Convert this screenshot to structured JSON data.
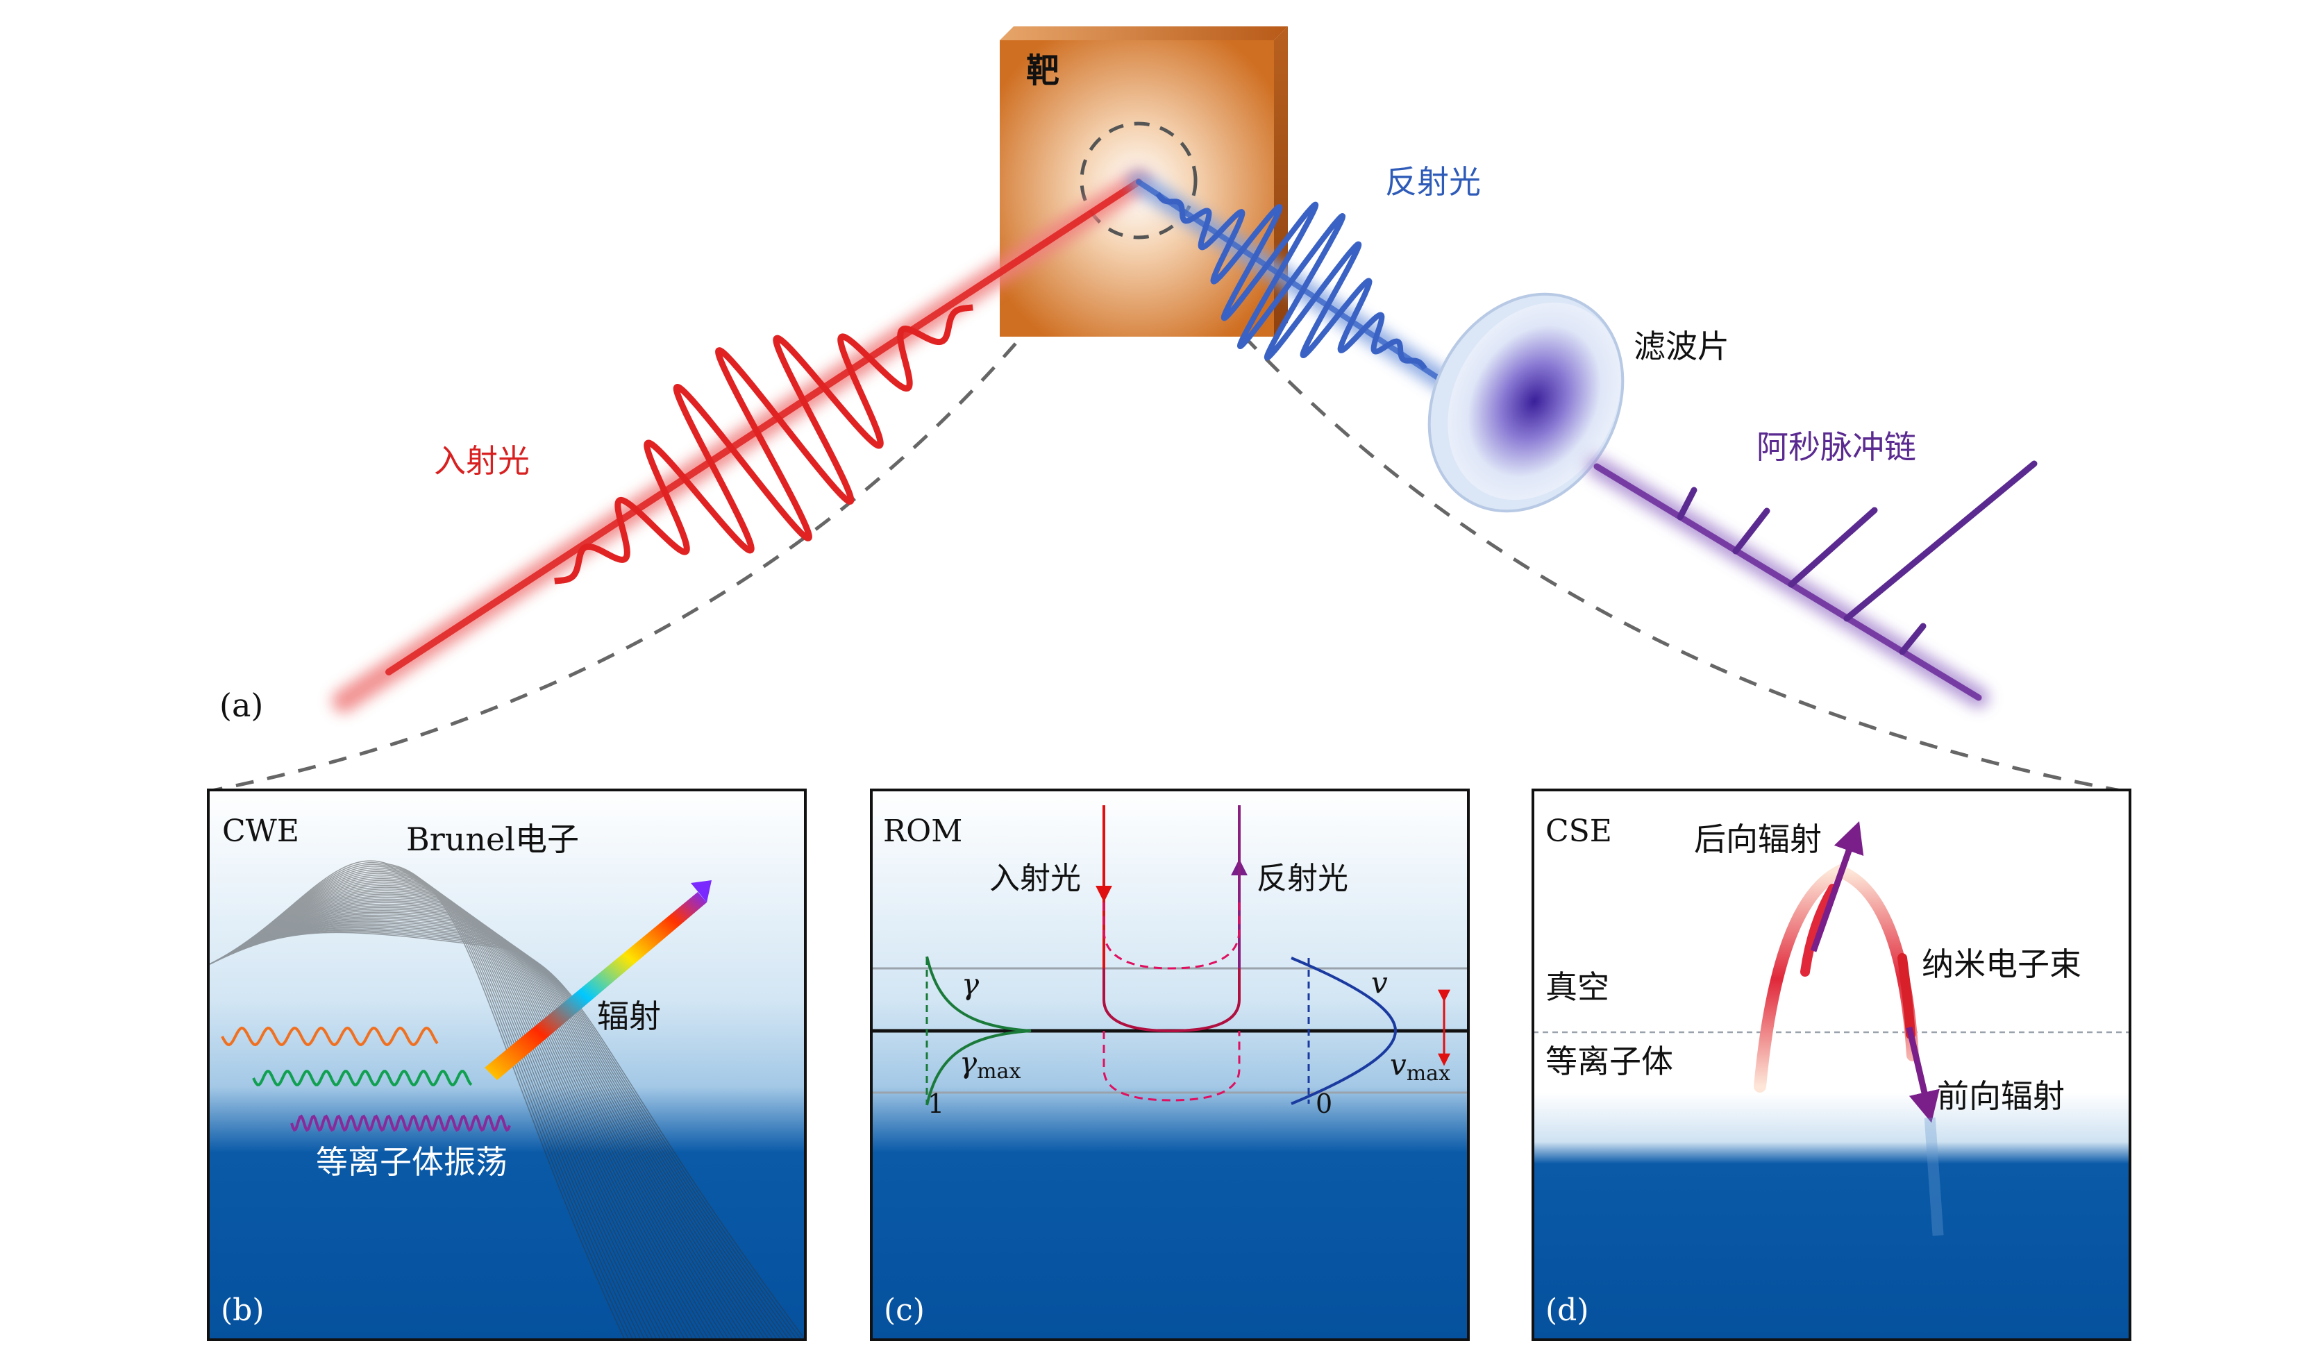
{
  "panel_a": {
    "label": "(a)",
    "target": "靶",
    "incident": "入射光",
    "reflected": "反射光",
    "filter": "滤波片",
    "attosecond": "阿秒脉冲链"
  },
  "panel_b": {
    "label": "(b)",
    "title": "CWE",
    "brunel": "Brunel电子",
    "radiation": "辐射",
    "plasma_osc": "等离子体振荡"
  },
  "panel_c": {
    "label": "(c)",
    "title": "ROM",
    "incident": "入射光",
    "reflected": "反射光",
    "gamma": "γ",
    "gamma_max": "γ",
    "gamma_max_sub": "max",
    "one": "1",
    "v": "v",
    "v_max": "v",
    "v_max_sub": "max",
    "zero": "0"
  },
  "panel_d": {
    "label": "(d)",
    "title": "CSE",
    "backward": "后向辐射",
    "nano_bunch": "纳米电子束",
    "vacuum": "真空",
    "plasma": "等离子体",
    "forward": "前向辐射"
  },
  "colors": {
    "incident_red": "#e02020",
    "reflected_blue": "#3a66c8",
    "atto_purple": "#6a2a9a",
    "plasma_blue": "#0a5aa8",
    "target_orange": "#d87a2a"
  }
}
